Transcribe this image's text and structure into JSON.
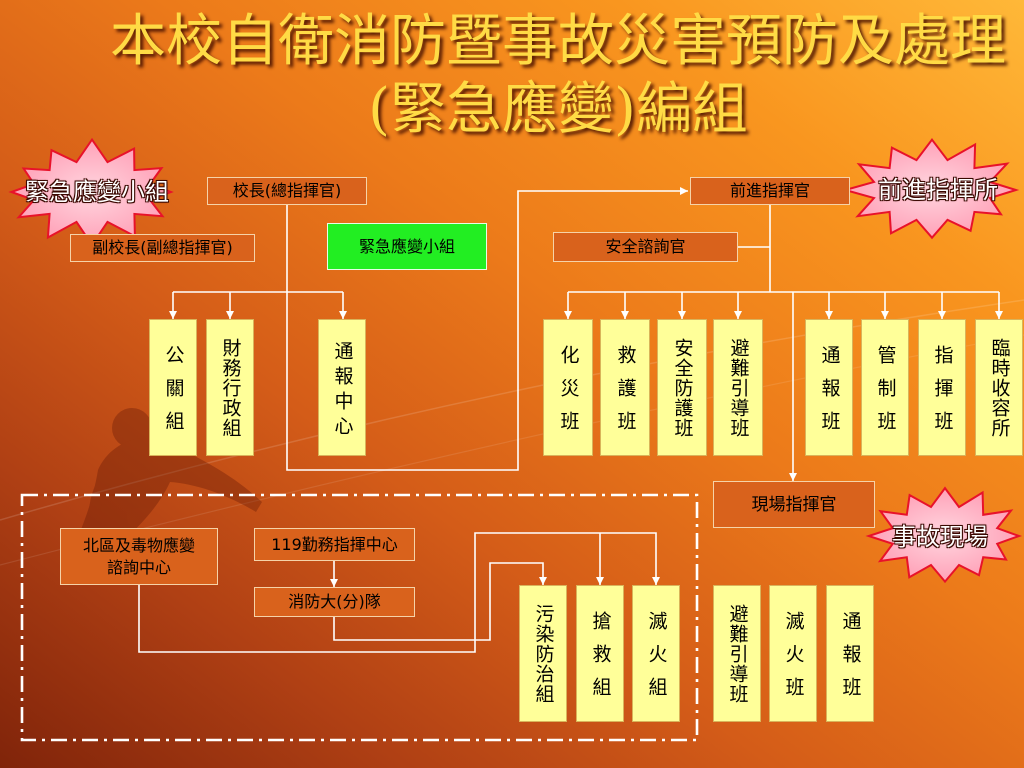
{
  "title": {
    "line1": "本校自衛消防暨事故災害預防及處理",
    "line2": "(緊急應變)編組"
  },
  "callouts": {
    "emergency_team": "緊急應變小組",
    "forward_post": "前進指揮所",
    "incident_scene": "事故現場"
  },
  "command": {
    "principal": "校長(總指揮官)",
    "vice_principal": "副校長(副總指揮官)",
    "emergency_team": "緊急應變小組",
    "forward_commander": "前進指揮官",
    "safety_advisor": "安全諮詢官",
    "scene_commander": "現場指揮官"
  },
  "school_units": [
    {
      "label": "公關組"
    },
    {
      "label": "財務行政組"
    },
    {
      "label": "通報中心"
    }
  ],
  "forward_units": [
    {
      "label": "化災班"
    },
    {
      "label": "救護班"
    },
    {
      "label": "安全防護班"
    },
    {
      "label": "避難引導班"
    },
    {
      "label": "通報班"
    },
    {
      "label": "管制班"
    },
    {
      "label": "指揮班"
    },
    {
      "label": "臨時收容所"
    }
  ],
  "external": {
    "advisory_center": [
      "北區及毒物應變",
      "諮詢中心"
    ],
    "dispatch_center": "119勤務指揮中心",
    "fire_brigade": "消防大(分)隊",
    "units": [
      {
        "label": "污染防治組"
      },
      {
        "label": "搶救組"
      },
      {
        "label": "滅火組"
      }
    ]
  },
  "scene_units": [
    {
      "label": "避難引導班"
    },
    {
      "label": "滅火班"
    },
    {
      "label": "通報班"
    }
  ],
  "colors": {
    "box_orange": "#D9621C",
    "unit_yellow": "#FFFF99",
    "team_green": "#22EE22",
    "connector": "#FFFFFF",
    "title_gold": "#FFDB45",
    "burst_pink": "#FF9CB4",
    "burst_red": "#E8122A"
  }
}
